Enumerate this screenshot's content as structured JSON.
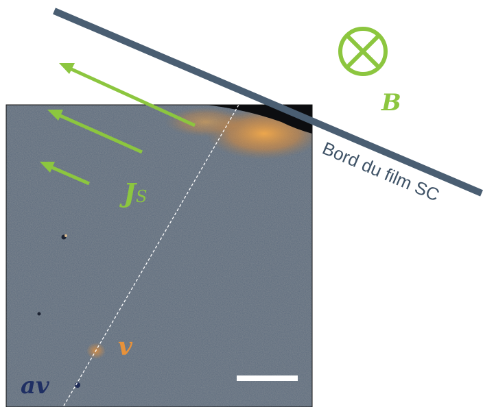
{
  "labels": {
    "field": "B",
    "current": "J",
    "current_sub": "S",
    "edge": "Bord du film SC",
    "vortex": "v",
    "antivortex": "av"
  },
  "icons": {
    "field_symbol": "circle-cross-icon"
  },
  "colors": {
    "green": "#8cc63f",
    "edge_bar": "#4a5e72",
    "orange": "#e8923a",
    "navy": "#1f2f63",
    "image_bg": "#5b6a7d",
    "scale_bar": "#ffffff"
  }
}
